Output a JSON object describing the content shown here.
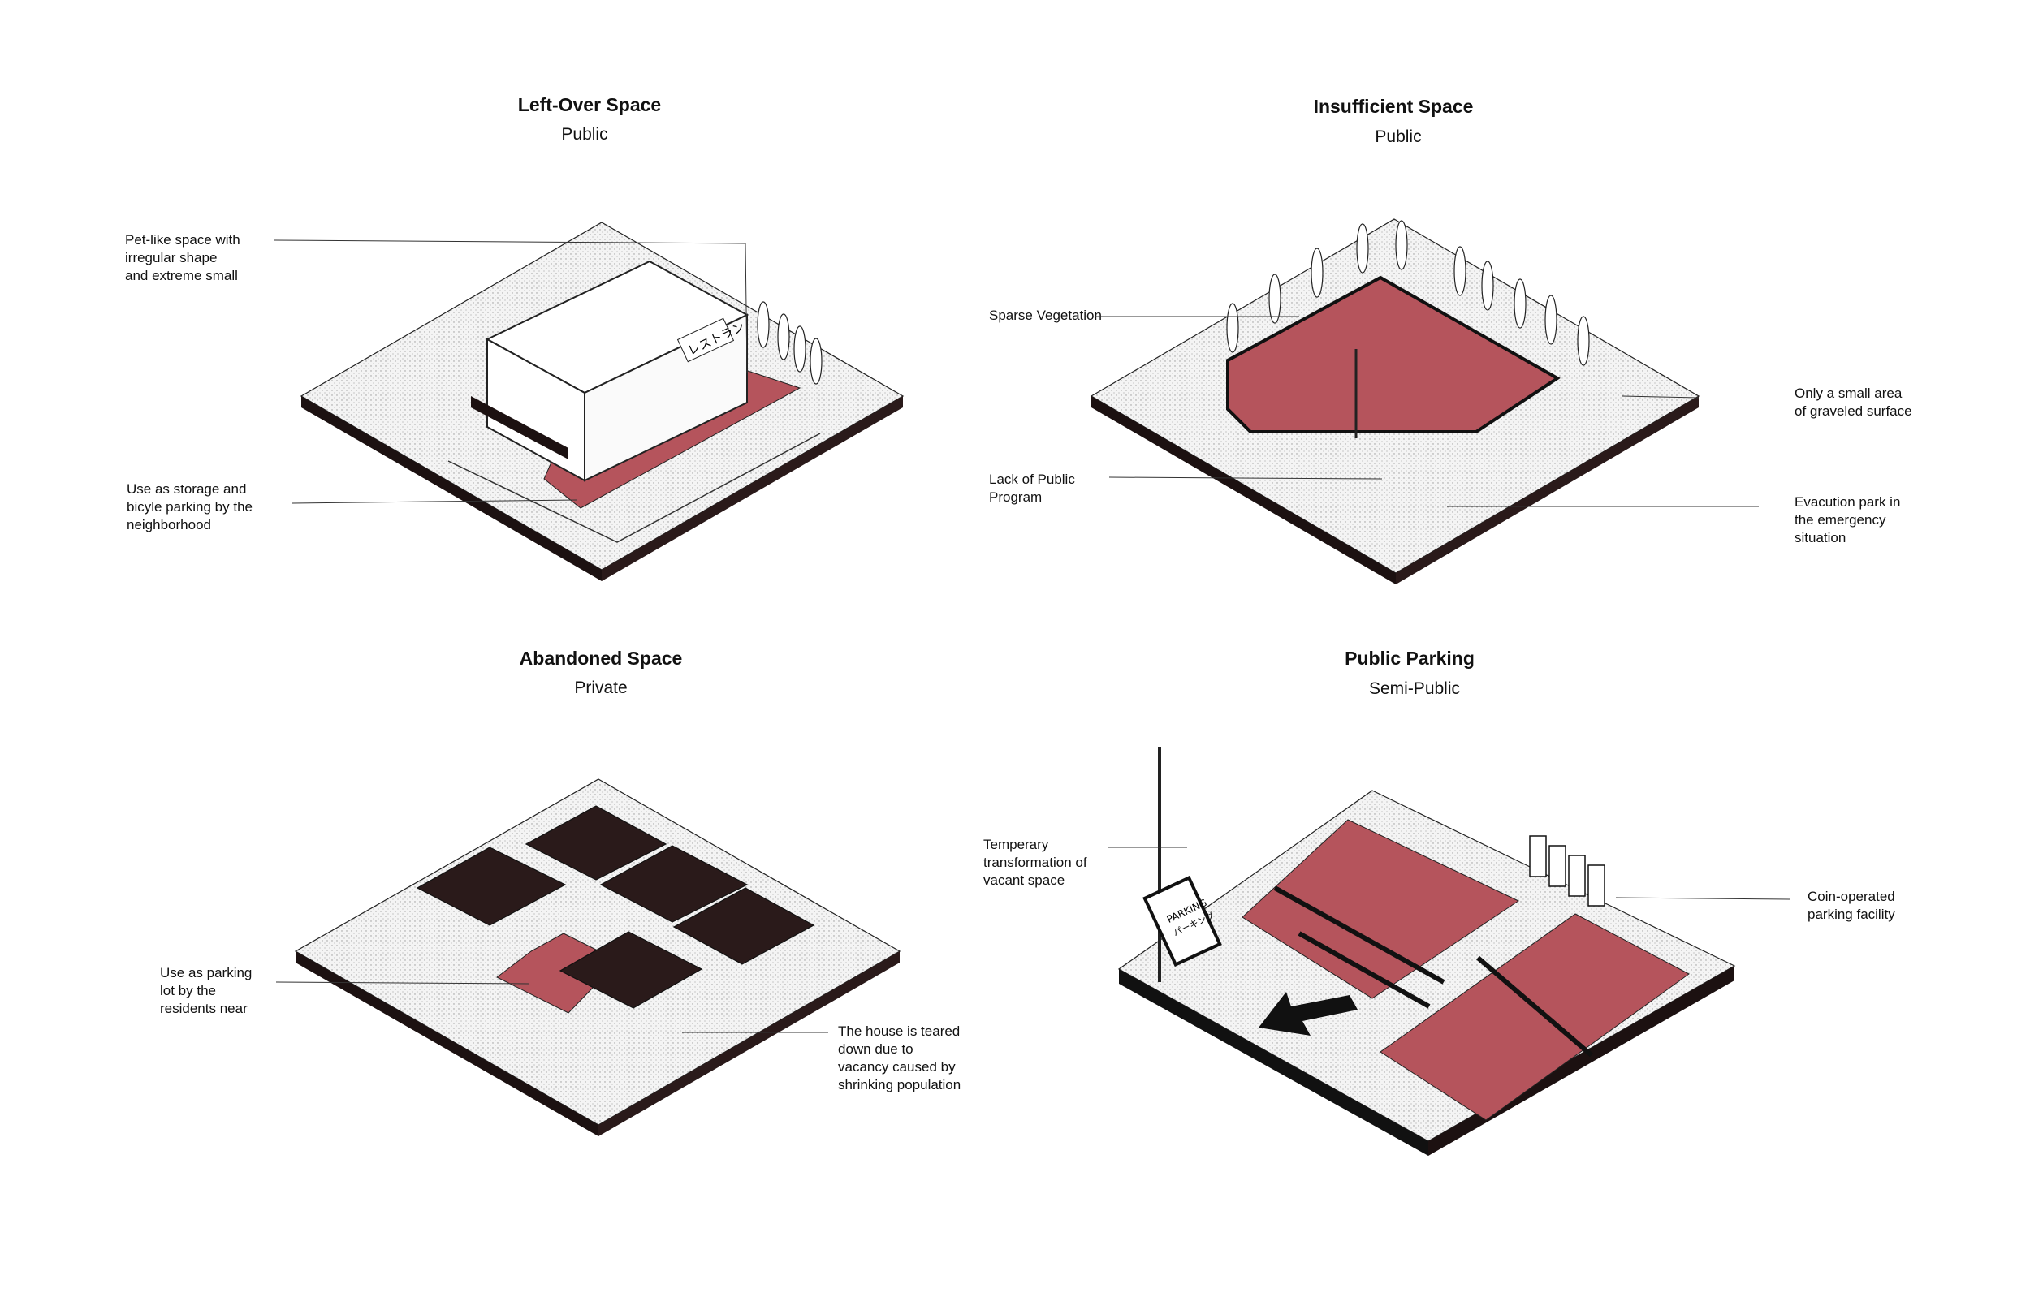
{
  "colors": {
    "accent": "#b5545c",
    "ink": "#111111",
    "ground": "#f2f2f2",
    "paper": "#ffffff"
  },
  "panels": [
    {
      "title": "Left-Over Space",
      "subtitle": "Public",
      "annotations": [
        "Pet-like space with\nirregular shape\nand extreme small",
        "Use as storage and\nbicyle parking by the\nneighborhood"
      ]
    },
    {
      "title": "Insufficient Space",
      "subtitle": "Public",
      "annotations": [
        "Sparse Vegetation",
        "Lack of Public\nProgram",
        "Only a small area\nof graveled surface",
        "Evacution park in\nthe emergency\nsituation"
      ]
    },
    {
      "title": "Abandoned Space",
      "subtitle": "Private",
      "annotations": [
        "Use as parking\nlot by the\nresidents near",
        "The house is teared\ndown due to\nvacancy caused by\nshrinking population"
      ]
    },
    {
      "title": "Public Parking",
      "subtitle": "Semi-Public",
      "annotations": [
        "Temperary\ntransformation of\nvacant space",
        "Coin-operated\nparking facility"
      ]
    }
  ],
  "signage": {
    "restaurant": "レストラン",
    "parking": "PARKING",
    "parking_jp": "パーキング"
  }
}
